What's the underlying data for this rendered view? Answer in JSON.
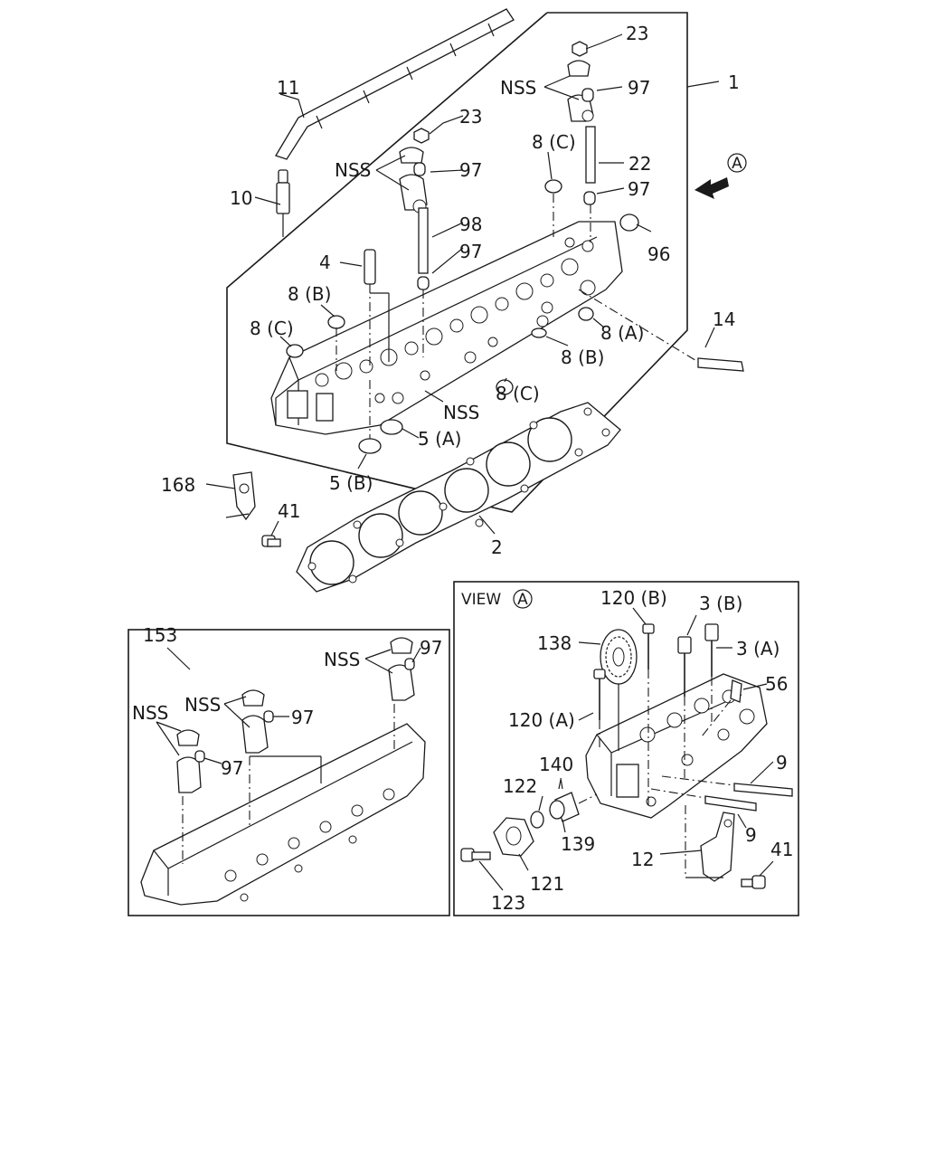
{
  "view_panel": {
    "title": "VIEW",
    "circle_letter": "A"
  },
  "view_arrow": {
    "letter": "A"
  },
  "labels": {
    "p1": "1",
    "p2": "2",
    "p4": "4",
    "p5a": "5 (A)",
    "p5b": "5 (B)",
    "p8b_1": "8 (B)",
    "p8c_1": "8 (C)",
    "p8c_2": "8 (C)",
    "p8a": "8 (A)",
    "p8b_2": "8 (B)",
    "p8c_3": "8 (C)",
    "p10": "10",
    "p11": "11",
    "p14": "14",
    "p22": "22",
    "p23_1": "23",
    "p23_2": "23",
    "p41_1": "41",
    "p96": "96",
    "p97_1": "97",
    "p97_2": "97",
    "p97_3": "97",
    "p97_4": "97",
    "p98": "98",
    "p168": "168",
    "nss_1": "NSS",
    "nss_2": "NSS",
    "nss_3": "NSS",
    "p153": "153",
    "nss_4": "NSS",
    "nss_5": "NSS",
    "nss_6": "NSS",
    "p97_5": "97",
    "p97_6": "97",
    "p97_7": "97",
    "p120b": "120 (B)",
    "p120a": "120 (A)",
    "p3b": "3 (B)",
    "p3a": "3 (A)",
    "p138": "138",
    "p56": "56",
    "p9_1": "9",
    "p9_2": "9",
    "p140": "140",
    "p122": "122",
    "p139": "139",
    "p12": "12",
    "p41_2": "41",
    "p121": "121",
    "p123": "123"
  }
}
